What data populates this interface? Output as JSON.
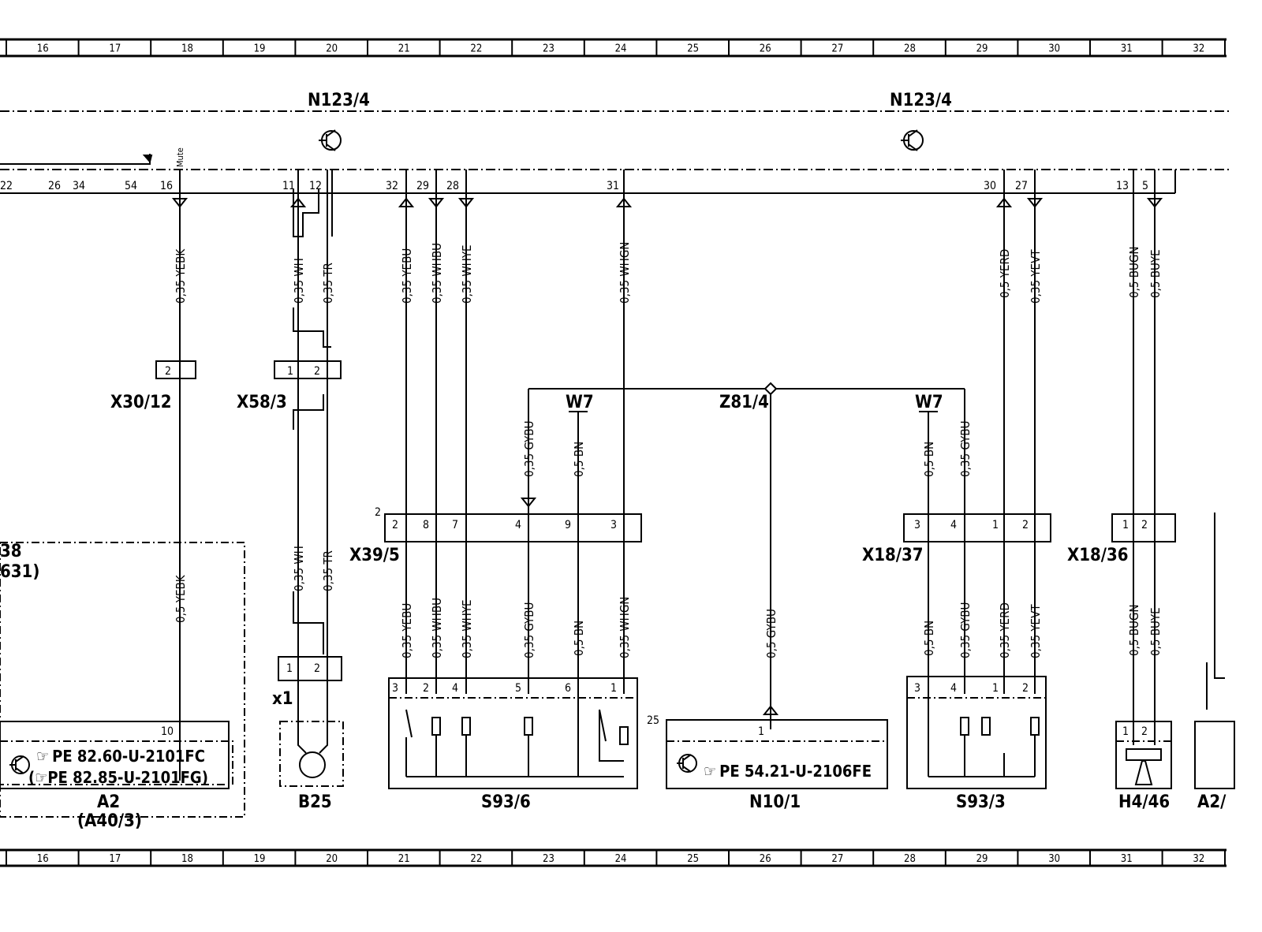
{
  "ruler": {
    "columns": [
      "16",
      "17",
      "18",
      "19",
      "20",
      "21",
      "22",
      "23",
      "24",
      "25",
      "26",
      "27",
      "28",
      "29",
      "30",
      "31",
      "32"
    ]
  },
  "modules": {
    "left": "N123/4",
    "right": "N123/4"
  },
  "header_pins": {
    "partial_left": "22",
    "p26": "26",
    "p34": "34",
    "p54": "54",
    "p16": "16",
    "mute": "Mute",
    "p11": "11",
    "p12": "12",
    "p32": "32",
    "p29": "29",
    "p28": "28",
    "p31": "31",
    "p30": "30",
    "p27": "27",
    "p13": "13",
    "p5": "5"
  },
  "wires_upper": {
    "yebk": "0,35 YEBK",
    "wh": "0,35 WH",
    "tr": "0,35 TR",
    "yebu": "0,35 YEBU",
    "whbu": "0,35 WHBU",
    "whye": "0,35 WHYE",
    "whgn": "0,35 WHGN",
    "yerd": "0,5 YERD",
    "yevt": "0,35 YEVT",
    "bugn": "0,5 BUGN",
    "buye": "0,5 BUYE"
  },
  "connectors": {
    "x30_12": "X30/12",
    "x58_3": "X58/3",
    "x39_5": "X39/5",
    "x18_37": "X18/37",
    "x18_36": "X18/36",
    "z81_4": "Z81/4",
    "w7_left": "W7",
    "w7_right": "W7",
    "x1": "x1"
  },
  "connector_pins": {
    "x30_p2": "2",
    "x58_p1": "1",
    "x58_p2": "2",
    "x39_leading": "2",
    "x39_p2": "2",
    "x39_p8": "8",
    "x39_p7": "7",
    "x39_p4": "4",
    "x39_p9": "9",
    "x39_p3": "3",
    "x18_37_p3": "3",
    "x18_37_p4": "4",
    "x18_37_p1": "1",
    "x18_37_p2": "2",
    "x18_36_p1": "1",
    "x18_36_p2": "2"
  },
  "wires_middle": {
    "gybu_l": "0,35 GYBU",
    "bn_l": "0,5 BN",
    "bn_r": "0,5 BN",
    "gybu_r": "0,35 GYBU"
  },
  "wires_lower": {
    "yebk": "0,5 YEBK",
    "wh": "0,35 WH",
    "tr": "0,35 TR",
    "yebu": "0,35 YEBU",
    "whbu": "0,35 WHBU",
    "whye": "0,35 WHYE",
    "gybu": "0,35 GYBU",
    "bn": "0,5 BN",
    "whgn": "0,35 WHGN",
    "gybu_n10": "0,5 GYBU",
    "bn_r": "0,5 BN",
    "gybu_r": "0,35 GYBU",
    "yerd": "0,35 YERD",
    "yevt": "0,35 YEVT",
    "bugn": "0,5 BUGN",
    "buye": "0,5 BUYE"
  },
  "components": {
    "a2_partial_1": "38",
    "a2_partial_2": "631)",
    "a2_pin": "10",
    "a2_ref1": "PE  82.60-U-2101FC",
    "a2_ref2": "(☞PE  82.85-U-2101FG)",
    "a2_label": "A2",
    "a2_sub": "(A40/3)",
    "b25_label": "B25",
    "b25_p1": "1",
    "b25_p2": "2",
    "s93_6_label": "S93/6",
    "s93_6_pins": [
      "3",
      "2",
      "4",
      "5",
      "6",
      "1"
    ],
    "n10_label": "N10/1",
    "n10_pin": "1",
    "n10_pin25": "25",
    "n10_ref": "PE  54.21-U-2106FE",
    "s93_3_label": "S93/3",
    "s93_3_pins": [
      "3",
      "4",
      "1",
      "2"
    ],
    "h4_label": "H4/46",
    "h4_p1": "1",
    "h4_p2": "2",
    "a2_right_label": "A2/"
  }
}
